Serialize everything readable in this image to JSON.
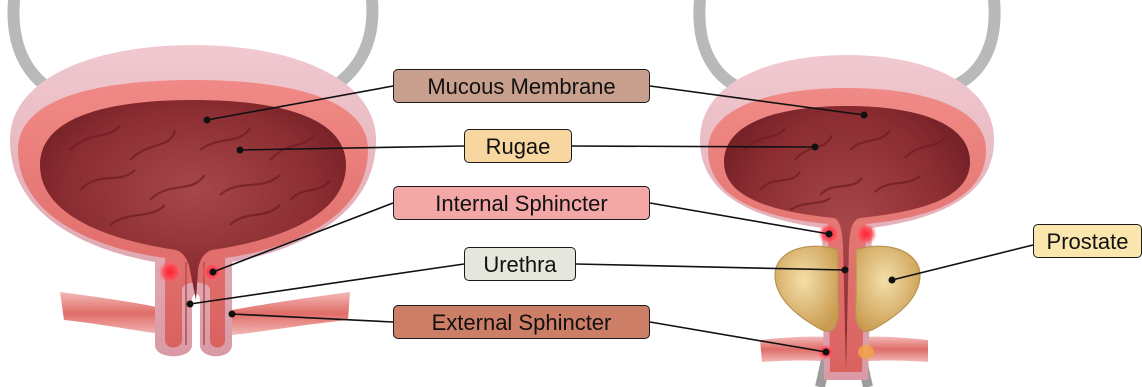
{
  "labels": {
    "mucous_membrane": {
      "text": "Mucous Membrane",
      "color": "#c9a08e"
    },
    "rugae": {
      "text": "Rugae",
      "color": "#f8d6a0"
    },
    "internal_sphincter": {
      "text": "Internal Sphincter",
      "color": "#f3a7a7"
    },
    "urethra": {
      "text": "Urethra",
      "color": "#e6e7dc"
    },
    "external_sphincter": {
      "text": "External Sphincter",
      "color": "#cd7e66"
    },
    "prostate": {
      "text": "Prostate",
      "color": "#fbe7ad"
    }
  },
  "colors": {
    "bladder_outer": "#e8b3bd",
    "bladder_wall": "#e57a7a",
    "bladder_cavity": "#8f2f33",
    "ureter": "#c8c8c8",
    "prostate": "#d9b471",
    "hotspot": "#ff2a3a"
  }
}
